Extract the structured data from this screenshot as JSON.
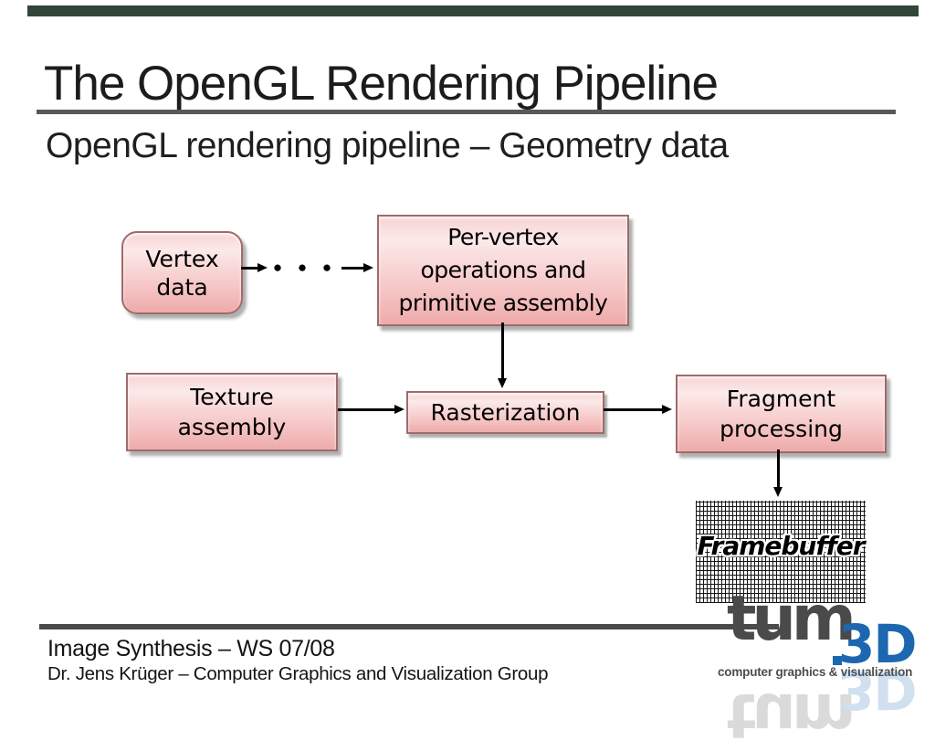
{
  "slide": {
    "title": "The OpenGL Rendering Pipeline",
    "subtitle": "OpenGL rendering pipeline – Geometry data"
  },
  "diagram": {
    "ellipsis": "● ● ●",
    "nodes": {
      "vertex_data": {
        "lines": [
          "Vertex",
          "data"
        ]
      },
      "per_vertex": {
        "lines": [
          "Per-vertex",
          "operations and",
          "primitive assembly"
        ]
      },
      "texture": {
        "lines": [
          "Texture",
          "assembly"
        ]
      },
      "raster": {
        "lines": [
          "Rasterization"
        ]
      },
      "fragment": {
        "lines": [
          "Fragment",
          "processing"
        ]
      }
    },
    "framebuffer_label": "Framebuffer"
  },
  "footer": {
    "line1": "Image Synthesis – WS 07/08",
    "line2": "Dr. Jens Krüger – Computer Graphics and Visualization Group"
  },
  "logo": {
    "tum": "tum",
    "d3": "3D",
    "caption": "computer graphics & visualization"
  },
  "colors": {
    "top_bar": "#324539",
    "title_rule": "#58585a",
    "node_fill_top": "#f7d3d3",
    "node_fill_bottom": "#eeaaaa",
    "node_border": "#9e6b6b",
    "footer_rule": "#4a4a4a",
    "tum_gray": "#4a4a4a",
    "tum_blue": "#1d67b0"
  }
}
